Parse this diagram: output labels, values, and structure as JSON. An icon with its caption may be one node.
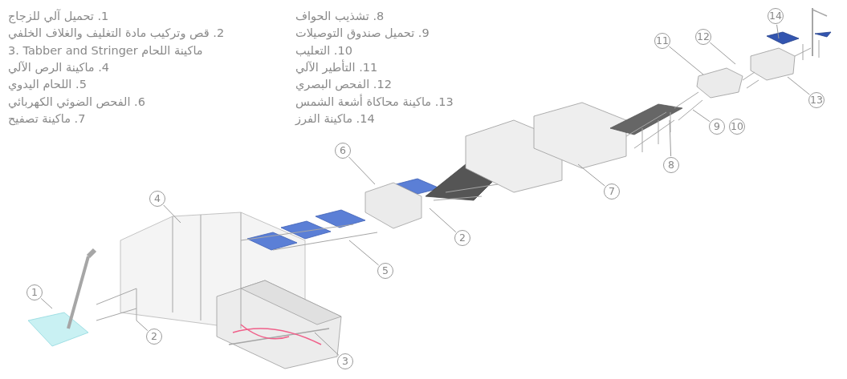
{
  "diagram": {
    "nodes": [
      {
        "text": [
          "1"
        ]
      },
      {
        "text": [
          "2"
        ]
      },
      {
        "text": [
          "3"
        ]
      },
      {
        "text": [
          "4"
        ]
      },
      {
        "text": [
          "5"
        ]
      },
      {
        "text": [
          "6"
        ]
      },
      {
        "text": [
          "2"
        ]
      },
      {
        "text": [
          "7"
        ]
      },
      {
        "text": [
          "8"
        ]
      },
      {
        "text": [
          "9"
        ]
      },
      {
        "text": [
          "10"
        ]
      },
      {
        "text": [
          "11"
        ]
      },
      {
        "text": [
          "12"
        ]
      },
      {
        "text": [
          "13"
        ]
      },
      {
        "text": [
          "14"
        ]
      }
    ],
    "edges": [
      {
        "from": 0,
        "to": null,
        "arrow": "none"
      },
      {
        "from": 1,
        "to": null,
        "arrow": "none"
      },
      {
        "from": 2,
        "to": null,
        "arrow": "none"
      },
      {
        "from": 3,
        "to": null,
        "arrow": "none"
      },
      {
        "from": 4,
        "to": null,
        "arrow": "none"
      },
      {
        "from": 5,
        "to": null,
        "arrow": "none"
      },
      {
        "from": 6,
        "to": null,
        "arrow": "none"
      },
      {
        "from": 7,
        "to": null,
        "arrow": "none"
      },
      {
        "from": 8,
        "to": null,
        "arrow": "none"
      },
      {
        "from": 9,
        "to": null,
        "arrow": "none"
      },
      {
        "from": 11,
        "to": null,
        "arrow": "none"
      },
      {
        "from": 12,
        "to": null,
        "arrow": "none"
      },
      {
        "from": 13,
        "to": null,
        "arrow": "none"
      },
      {
        "from": 14,
        "to": null,
        "arrow": "none"
      }
    ],
    "labels": [
      "1. تحميل آلي للزجاج",
      "2. قص وتركيب مادة التغليف والغلاف الخلفي",
      "3. Tabber and Stringer ماكينة اللحام",
      "4. ماكينة الرص الآلي",
      "5. اللحام اليدوي",
      "6. الفحص الضوئي الكهربائي",
      "7. ماكينة تصفيح",
      "8. تشذيب الحواف",
      "9. تحميل صندوق التوصيلات",
      "10. التعليب",
      "11. التأطير الآلي",
      "12. الفحص البصري",
      "13. ماكينة محاكاة أشعة الشمس",
      "14. ماكينة الفرز"
    ]
  }
}
